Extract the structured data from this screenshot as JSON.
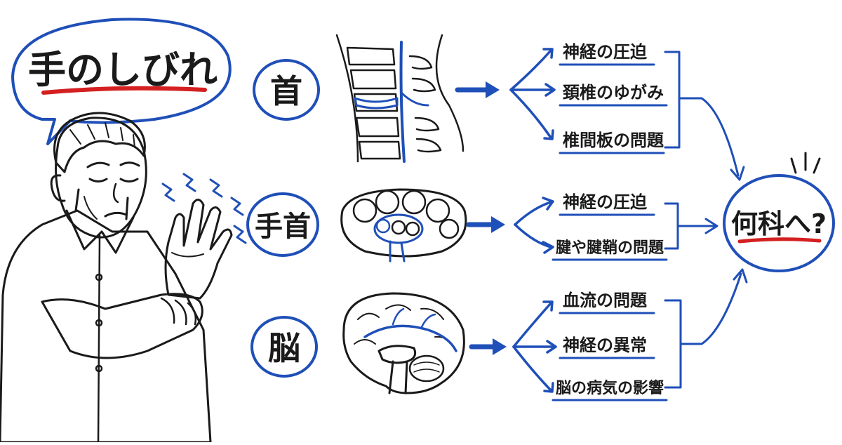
{
  "speech_bubble": {
    "text": "手のしびれ"
  },
  "sources": [
    {
      "label": "首",
      "illustration": "cervical-spine",
      "causes": [
        "神経の圧迫",
        "頚椎のゆがみ",
        "椎間板の問題"
      ]
    },
    {
      "label": "手首",
      "illustration": "wrist-cross-section",
      "causes": [
        "神経の圧迫",
        "腱や腱鞘の問題"
      ]
    },
    {
      "label": "脳",
      "illustration": "brain-sagittal",
      "causes": [
        "血流の問題",
        "神経の異常",
        "脳の病気の影響"
      ]
    }
  ],
  "destination": {
    "text": "何科へ?"
  },
  "colors": {
    "accent_blue": "#1f4fb8",
    "accent_red": "#d42020",
    "ink": "#1a1a1a"
  }
}
